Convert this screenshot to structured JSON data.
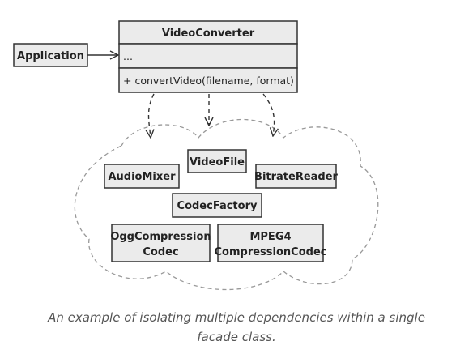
{
  "facade": {
    "name": "VideoConverter",
    "fields": "...",
    "method": "+ convertVideo(filename, format)"
  },
  "client": {
    "name": "Application"
  },
  "subsystem": {
    "classes": [
      {
        "name": "AudioMixer"
      },
      {
        "name": "VideoFile"
      },
      {
        "name": "BitrateReader"
      },
      {
        "name": "CodecFactory"
      },
      {
        "name": "OggCompression",
        "name2": "Codec"
      },
      {
        "name": "MPEG4",
        "name2": "CompressionCodec"
      }
    ]
  },
  "caption": {
    "line1": "An example of isolating multiple dependencies within a single",
    "line2": "facade class."
  },
  "colors": {
    "box_fill": "#ebebeb",
    "box_stroke": "#333333",
    "cloud_stroke": "#999999",
    "caption_text": "#555555"
  }
}
